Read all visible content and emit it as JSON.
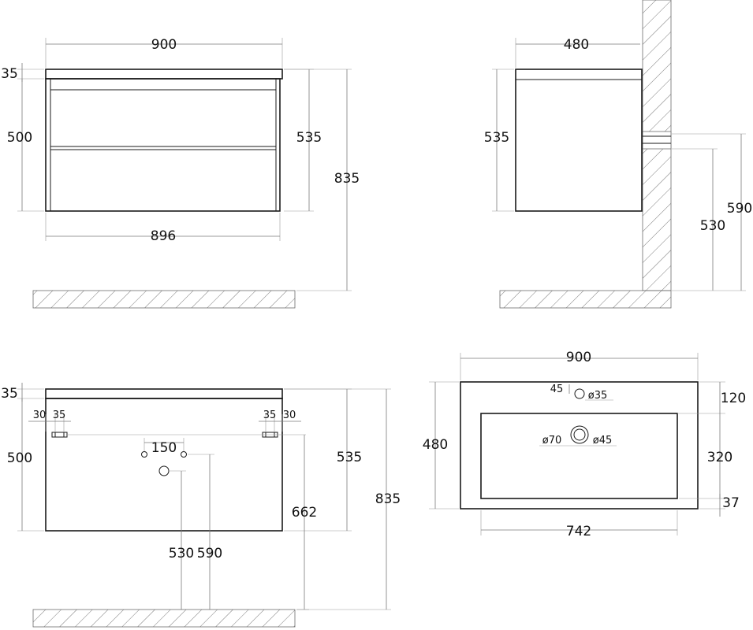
{
  "front_view": {
    "width_top": "900",
    "top_thickness": "35",
    "body_height": "500",
    "side_height": "535",
    "total_height": "835",
    "width_bottom": "896"
  },
  "side_view": {
    "depth": "480",
    "height": "535",
    "mount_height_low": "530",
    "mount_height_high": "590"
  },
  "back_view": {
    "top_thickness": "35",
    "body_height": "500",
    "offset_left_a": "30",
    "offset_left_b": "35",
    "offset_right_a": "35",
    "offset_right_b": "30",
    "hole_spacing": "150",
    "side_height": "535",
    "drain_height": "662",
    "total_height": "835",
    "pipe_height_a": "530",
    "pipe_height_b": "590"
  },
  "top_view": {
    "width": "900",
    "depth": "480",
    "tap_offset": "45",
    "tap_hole": "ø35",
    "rear_margin": "120",
    "basin_depth": "320",
    "front_margin": "37",
    "drain_outer": "ø70",
    "drain_inner": "ø45",
    "basin_width": "742"
  }
}
